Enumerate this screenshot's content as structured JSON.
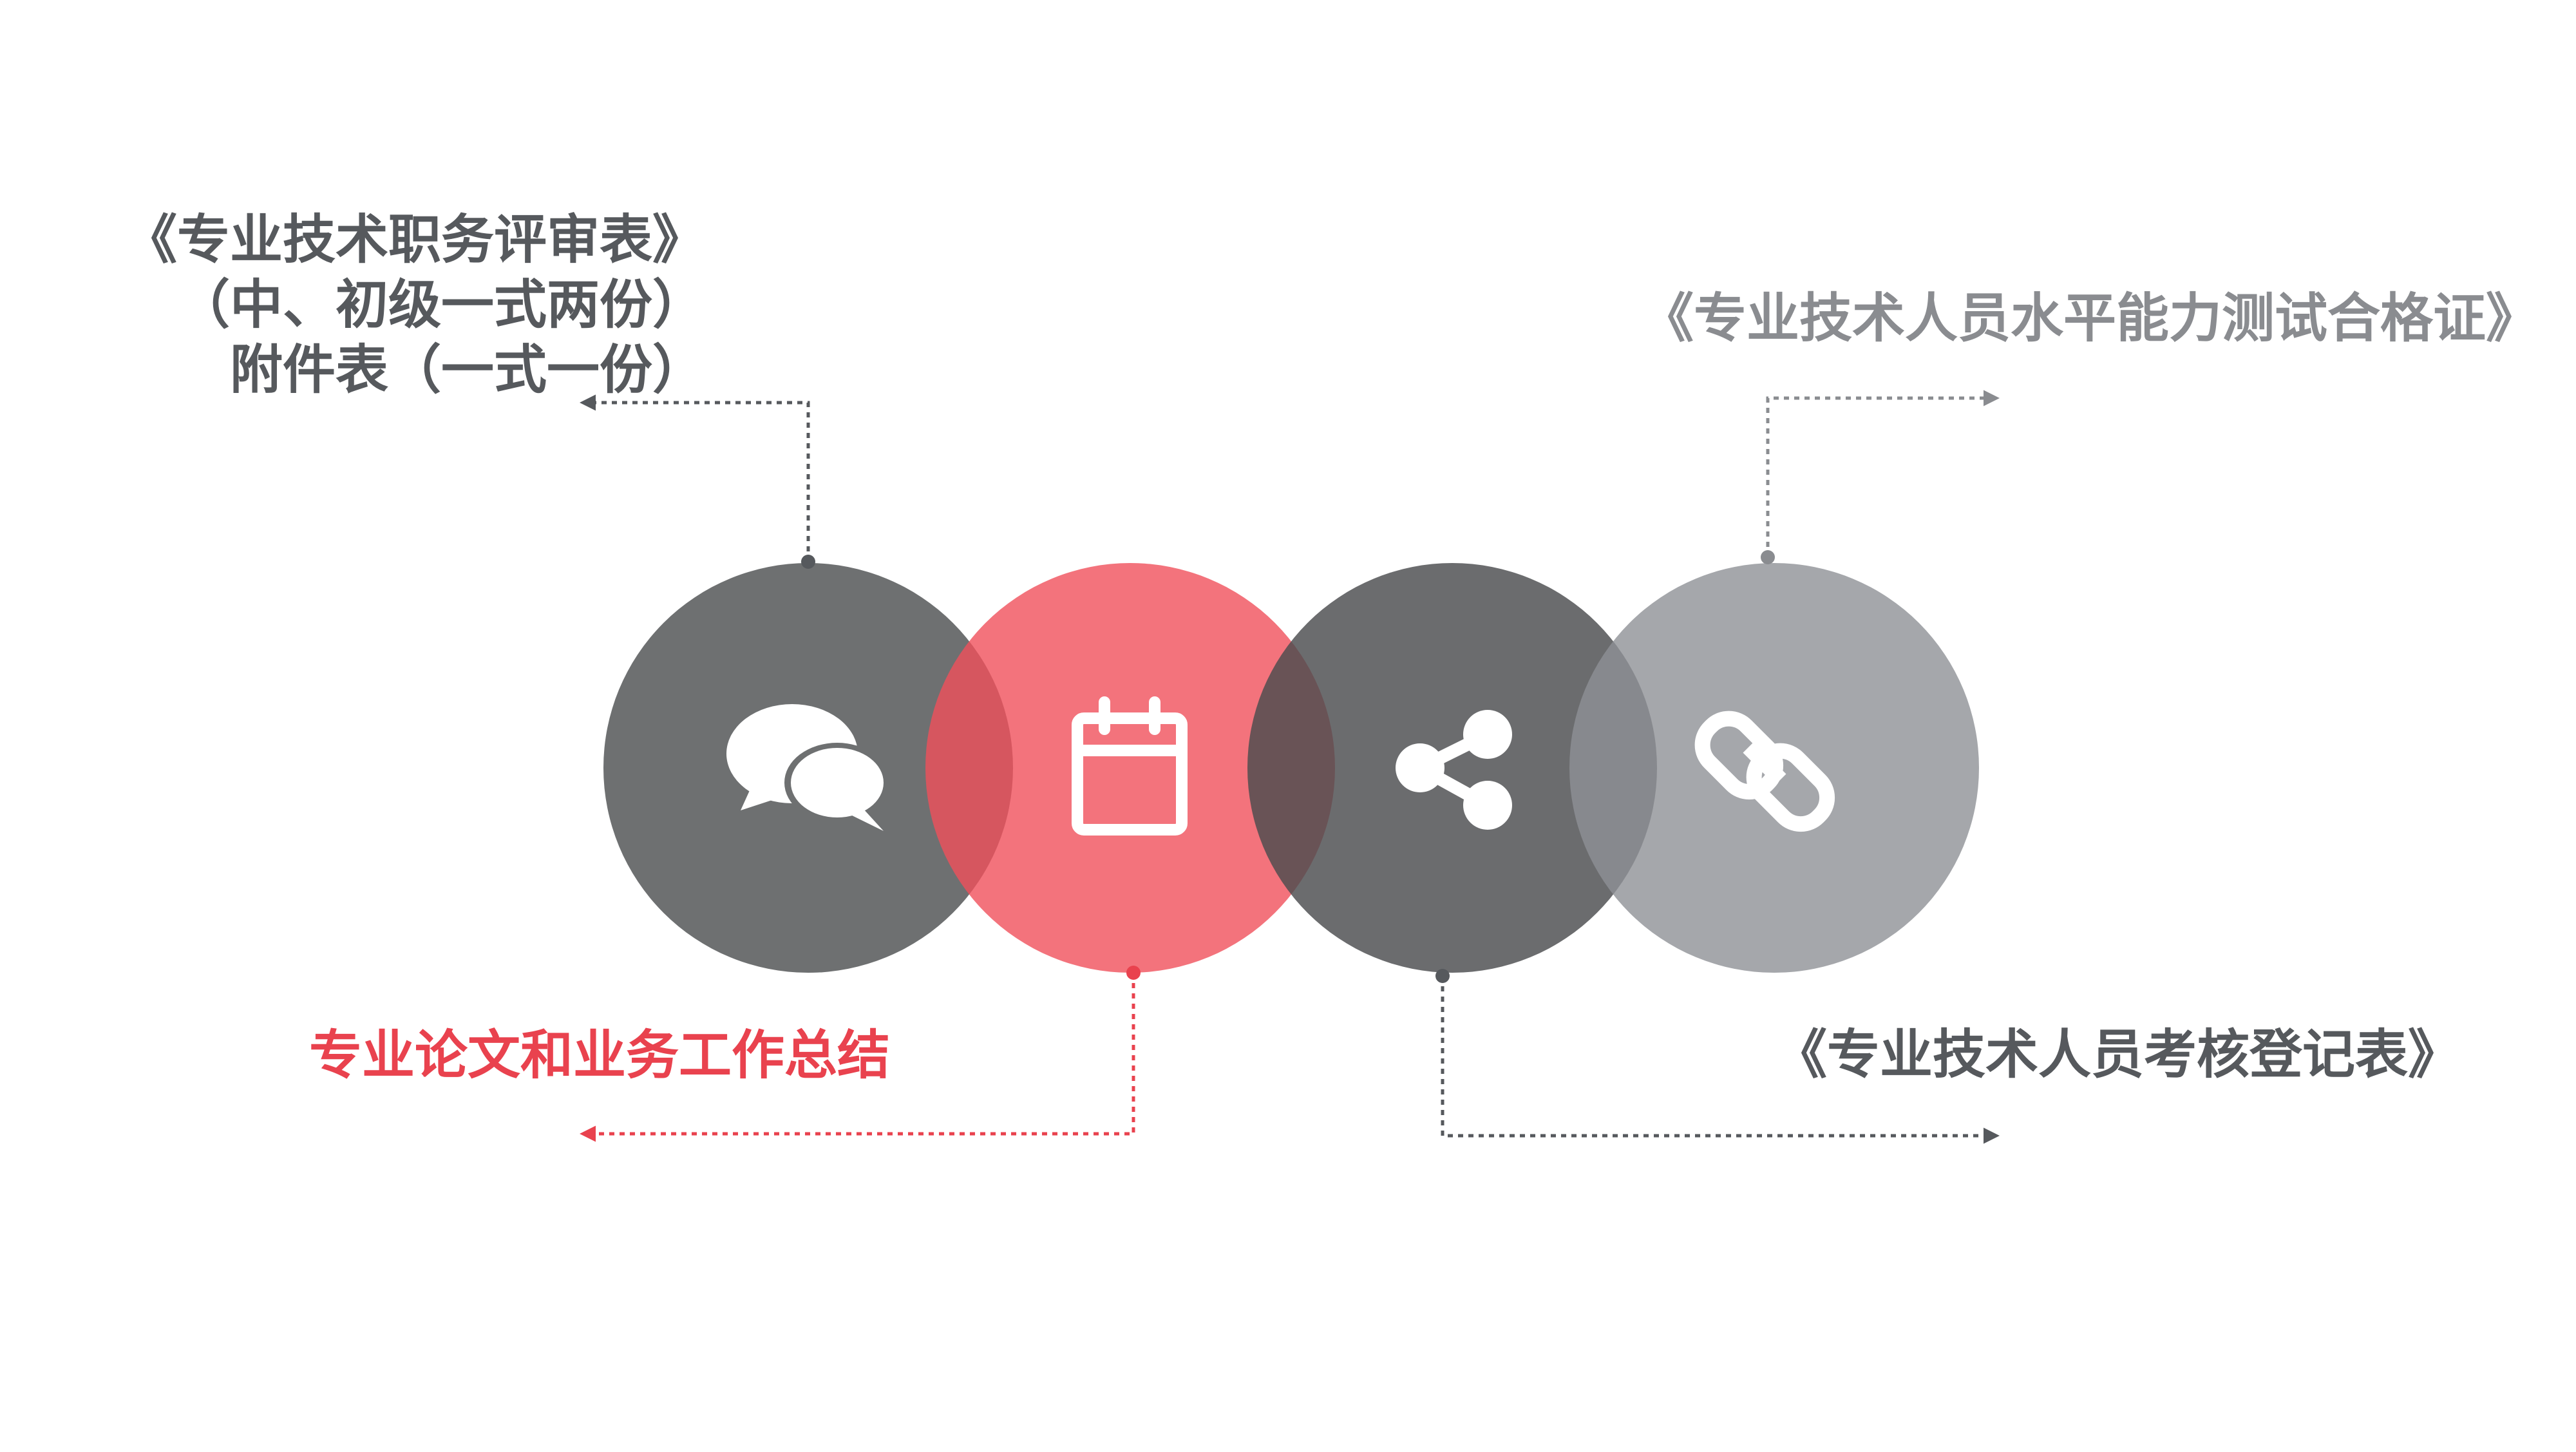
{
  "colors": {
    "dark_gray": "#6e7071",
    "coral": "#f4737b",
    "light_gray": "#a3a5a9",
    "text_dark": "#56595d",
    "text_red": "#e9424e",
    "text_gray": "#8a8c90"
  },
  "nodes": [
    {
      "id": "chat",
      "icon": "chat-bubbles-icon",
      "color": "#6e7071"
    },
    {
      "id": "calendar",
      "icon": "calendar-icon",
      "color": "#f4737b"
    },
    {
      "id": "share",
      "icon": "share-icon",
      "color": "#595b5d"
    },
    {
      "id": "link",
      "icon": "chain-link-icon",
      "color": "#a3a5a9"
    }
  ],
  "labels": {
    "top_left": {
      "line1": "《专业技术职务评审表》",
      "line2": "（中、初级一式两份）",
      "line3": "附件表（一式一份）"
    },
    "bottom_left": "专业论文和业务工作总结",
    "top_right": "《专业技术人员水平能力测试合格证》",
    "bottom_right": "《专业技术人员考核登记表》"
  }
}
